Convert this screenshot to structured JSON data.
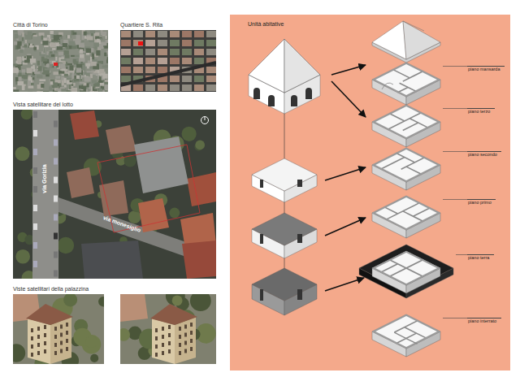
{
  "diagram": {
    "nodes": [
      {
        "text": [
          "Città di Torino"
        ]
      },
      {
        "text": [
          "Quartiere S. Rita"
        ]
      },
      {
        "text": [
          "Vista satellitare del lotto",
          "via Gorizia",
          "via monesiglio"
        ]
      },
      {
        "text": [
          "Viste satellitari della palazzina"
        ]
      },
      {
        "text": [
          "Unità abitative"
        ]
      },
      {
        "text": [
          "piano mansarda"
        ],
        "in": 4
      },
      {
        "text": [
          "piano terzo"
        ],
        "in": 4
      },
      {
        "text": [
          "piano secondo"
        ],
        "in": 4
      },
      {
        "text": [
          "piano primo"
        ],
        "in": 4
      },
      {
        "text": [
          "piano terra"
        ],
        "in": 4
      },
      {
        "text": [
          "piano interrato"
        ],
        "in": 4
      }
    ]
  }
}
